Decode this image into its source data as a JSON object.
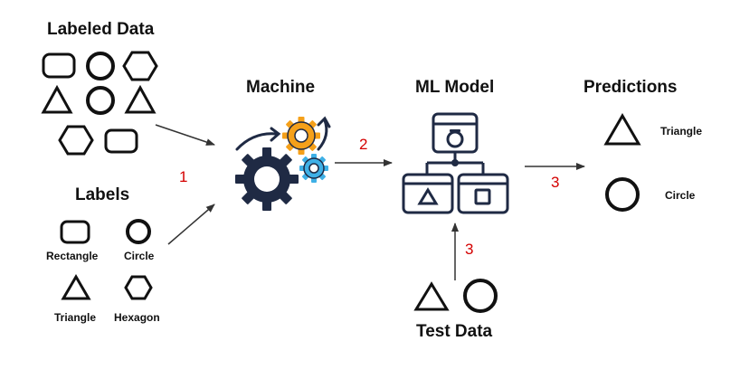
{
  "headings": {
    "labeled_data": "Labeled Data",
    "labels": "Labels",
    "machine": "Machine",
    "ml_model": "ML Model",
    "predictions": "Predictions",
    "test_data": "Test Data"
  },
  "label_legend": {
    "rectangle": "Rectangle",
    "circle": "Circle",
    "triangle": "Triangle",
    "hexagon": "Hexagon"
  },
  "prediction_items": {
    "triangle": "Triangle",
    "circle": "Circle"
  },
  "steps": {
    "labels_to_machine": "1",
    "machine_to_model": "2",
    "model_to_predictions": "3",
    "test_to_model": "3"
  },
  "colors": {
    "ink": "#111111",
    "gear_navy": "#1f2a44",
    "gear_orange": "#f5a01a",
    "gear_blue": "#3fb0e6",
    "step_red": "#d40000"
  },
  "icons": [
    "rounded-rectangle-icon",
    "circle-icon",
    "hexagon-icon",
    "triangle-icon",
    "gears-icon",
    "ml-model-icon",
    "camera-icon",
    "square-icon"
  ]
}
